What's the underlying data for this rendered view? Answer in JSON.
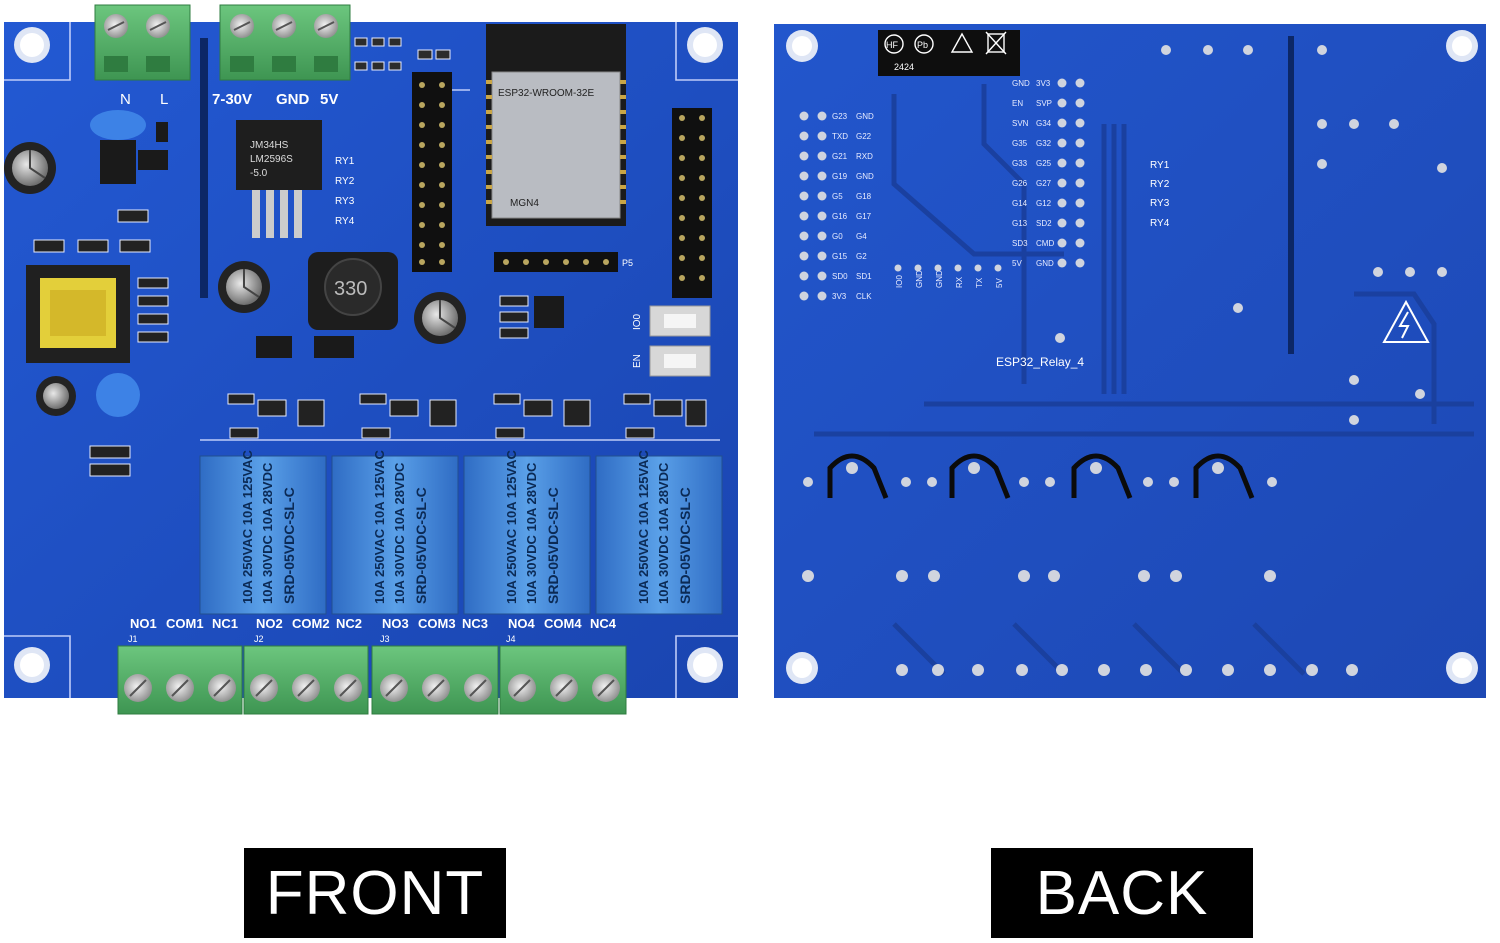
{
  "colors": {
    "background": "#ffffff",
    "pcb_blue": "#1f4fc2",
    "pcb_blue_dark": "#1a3f9c",
    "terminal_green": "#56b26a",
    "relay_blue": "#4a8fd8",
    "label_bg": "#000000",
    "label_fg": "#ffffff"
  },
  "front": {
    "label": "FRONT",
    "module": "ESP32-WROOM-32E",
    "module_sub": "MGN4",
    "regulator": "LM2596S",
    "regulator_top": "JM34HS",
    "regulator_sub": "-5.0",
    "inductor": "330",
    "power_labels": {
      "v1": "7-30V",
      "v2": "GND",
      "v3": "5V",
      "n": "N",
      "l": "L"
    },
    "relay_indicators": [
      "RY1",
      "RY2",
      "RY3",
      "RY4"
    ],
    "relay_text": [
      "10A 250VAC 10A 125VAC",
      "10A 30VDC 10A 28VDC",
      "SRD-05VDC-SL-C"
    ],
    "outputs": [
      "NO1",
      "COM1",
      "NC1",
      "NO2",
      "COM2",
      "NC2",
      "NO3",
      "COM3",
      "NC3",
      "NO4",
      "COM4",
      "NC4"
    ],
    "headers": [
      "J1",
      "J2",
      "J3",
      "J4"
    ],
    "buttons": [
      "IO0",
      "EN"
    ],
    "port": "P5"
  },
  "back": {
    "label": "BACK",
    "board_name": "ESP32_Relay_4",
    "pins_left_a": [
      "G23",
      "TXD",
      "G21",
      "G19",
      "G5",
      "G16",
      "G0",
      "G15",
      "SD0",
      "3V3"
    ],
    "pins_left_b": [
      "GND",
      "G22",
      "RXD",
      "GND",
      "G18",
      "G17",
      "G4",
      "G2",
      "SD1",
      "CLK"
    ],
    "pins_right_a": [
      "GND",
      "EN",
      "SVN",
      "G35",
      "G33",
      "G26",
      "G14",
      "G13",
      "SD3",
      "5V"
    ],
    "pins_right_b": [
      "3V3",
      "SVP",
      "G34",
      "G32",
      "G25",
      "G27",
      "G12",
      "SD2",
      "CMD",
      "GND"
    ],
    "relay_indicators": [
      "RY1",
      "RY2",
      "RY3",
      "RY4"
    ],
    "bottom_pins": [
      "IO0",
      "GND",
      "GND",
      "RX",
      "TX",
      "5V"
    ],
    "code": "2424",
    "cert_marks": [
      "HF",
      "Pb"
    ]
  }
}
